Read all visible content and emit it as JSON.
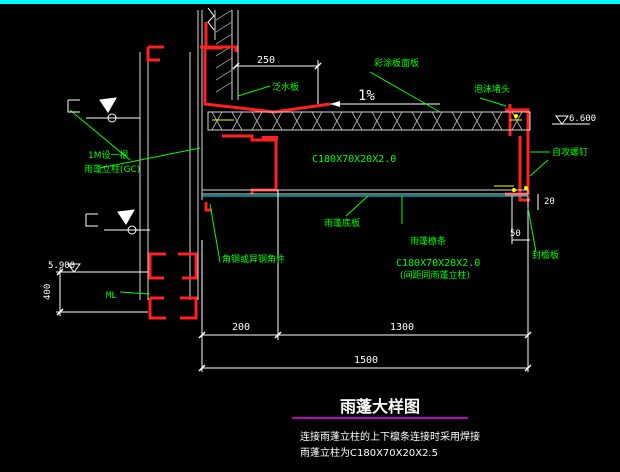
{
  "colors": {
    "background": "#000000",
    "frame_top": "#00ffff",
    "steel": "#ff2020",
    "dimension": "#ffffff",
    "leader": "#00ff00",
    "annotation_text": "#00ff00",
    "title_text": "#ffffff",
    "title_underline": "#ff00ff",
    "detail_lines": "#ffff00"
  },
  "labels": {
    "dim_250": "250",
    "slope": "1%",
    "flashing": "泛水板",
    "panel": "彩涂板面板",
    "gutter_head": "泡沫堵头",
    "elev_top": "6.600",
    "self_tap": "自攻螺钉",
    "purlin_main": "C180X70X20X2.0",
    "col_note_1": "1M设一根",
    "col_note_2": "雨蓬立柱(GC)",
    "bottom_panel": "雨蓬底板",
    "purlin_label": "雨蓬檩条",
    "purlin_sub_1": "C180X70X20X2.0",
    "purlin_sub_2": "(间距同雨蓬立柱)",
    "dim_20": "20",
    "dim_50": "50",
    "end_plate": "封檐板",
    "bracket": "角钢或异钢角件",
    "elev_bottom": "5.900",
    "dim_400": "400",
    "ml": "ML",
    "dim_200": "200",
    "dim_1300": "1300",
    "dim_1500": "1500"
  },
  "title": "雨蓬大样图",
  "notes": [
    "连接雨蓬立柱的上下檩条连接时采用焊接",
    "雨蓬立柱为C180X70X20X2.5"
  ]
}
